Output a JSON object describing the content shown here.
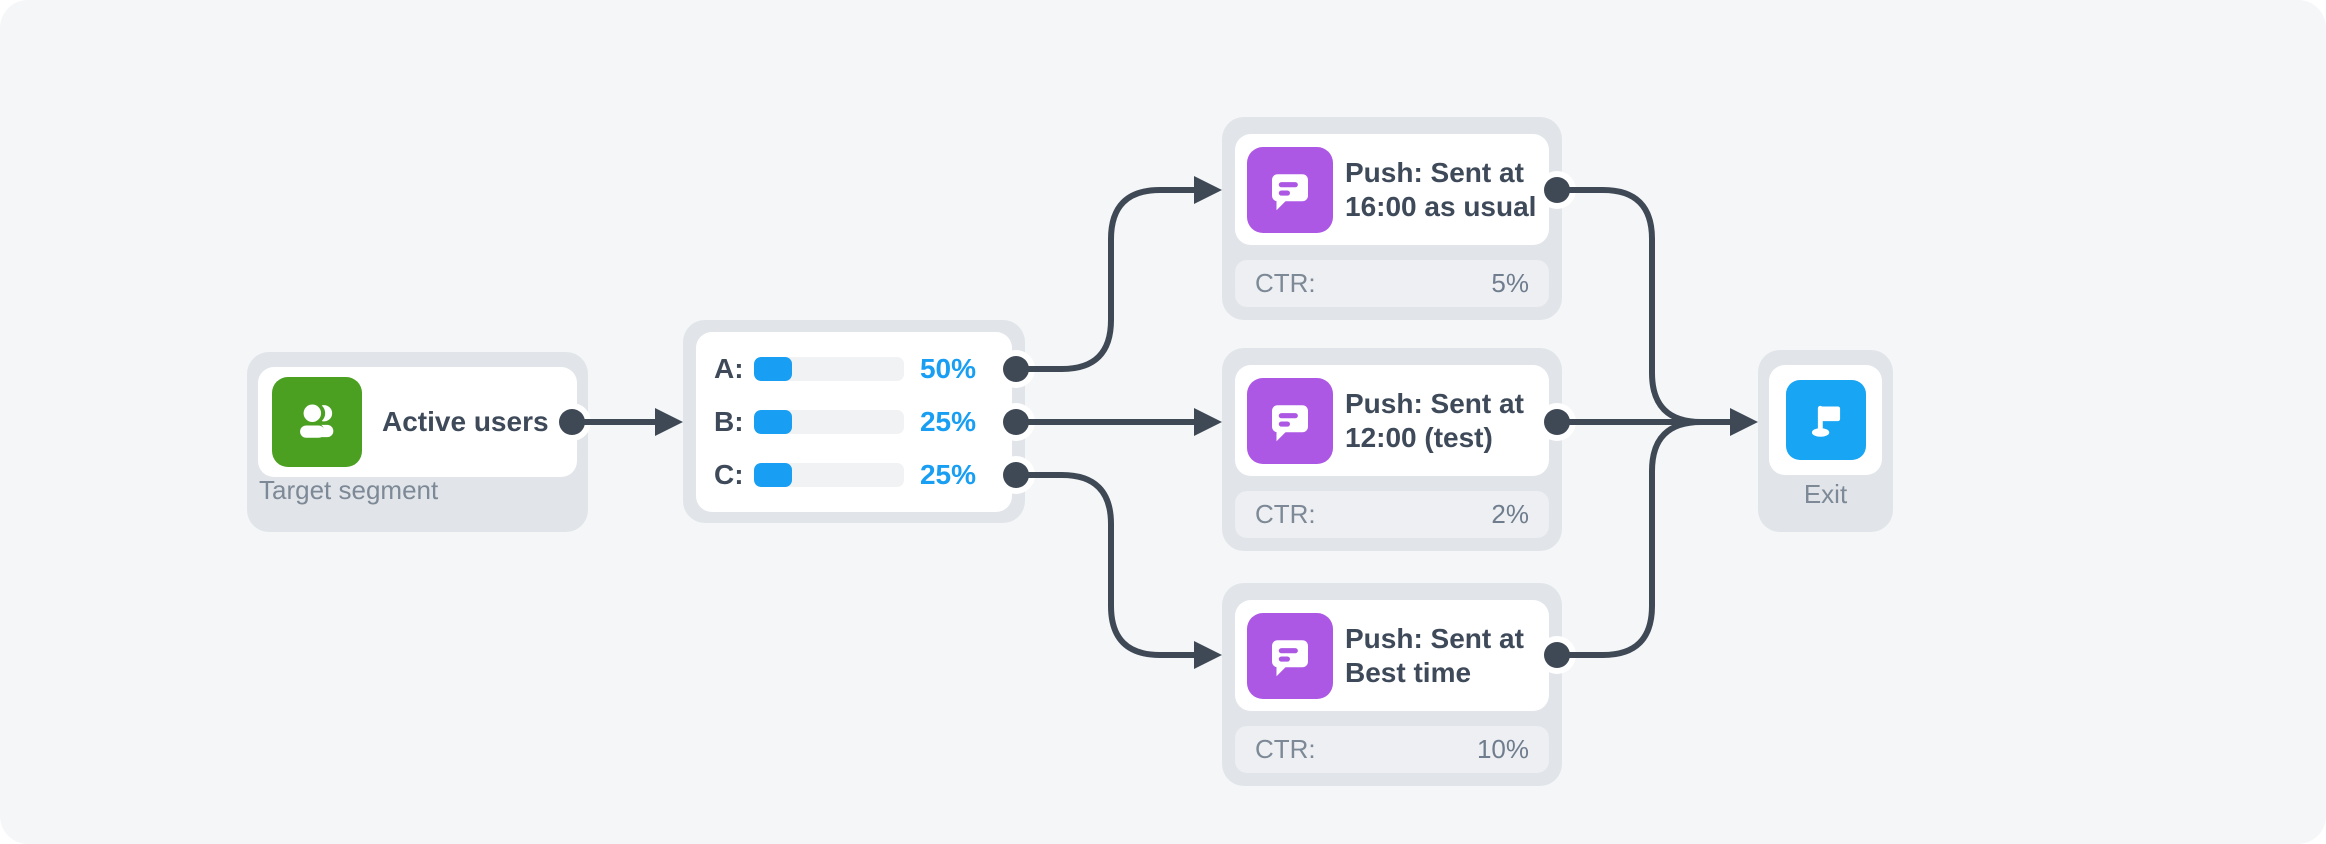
{
  "colors": {
    "canvas_bg": "#f5f6f7",
    "card_bg": "#e1e5e9",
    "metric_bg": "#edeff2",
    "title_text": "#3e4a59",
    "muted_text": "#7d8996",
    "accent_blue": "#189ef2",
    "green": "#4ba021",
    "purple": "#ac58e4",
    "exit_blue": "#18a5f3",
    "connector": "#3f4956"
  },
  "segment_node": {
    "title": "Active users",
    "caption": "Target segment",
    "icon": "users-icon"
  },
  "split_node": {
    "rows": [
      {
        "label": "A:",
        "percent": "50%",
        "fill_pct": 25
      },
      {
        "label": "B:",
        "percent": "25%",
        "fill_pct": 25
      },
      {
        "label": "C:",
        "percent": "25%",
        "fill_pct": 25
      }
    ]
  },
  "push_nodes": [
    {
      "title": "Push: Sent at 16:00 as usual",
      "metric_label": "CTR:",
      "metric_value": "5%",
      "icon": "push-message-icon"
    },
    {
      "title": "Push: Sent at 12:00 (test)",
      "metric_label": "CTR:",
      "metric_value": "2%",
      "icon": "push-message-icon"
    },
    {
      "title": "Push: Sent at Best time",
      "metric_label": "CTR:",
      "metric_value": "10%",
      "icon": "push-message-icon"
    }
  ],
  "exit_node": {
    "label": "Exit",
    "icon": "flag-icon"
  }
}
